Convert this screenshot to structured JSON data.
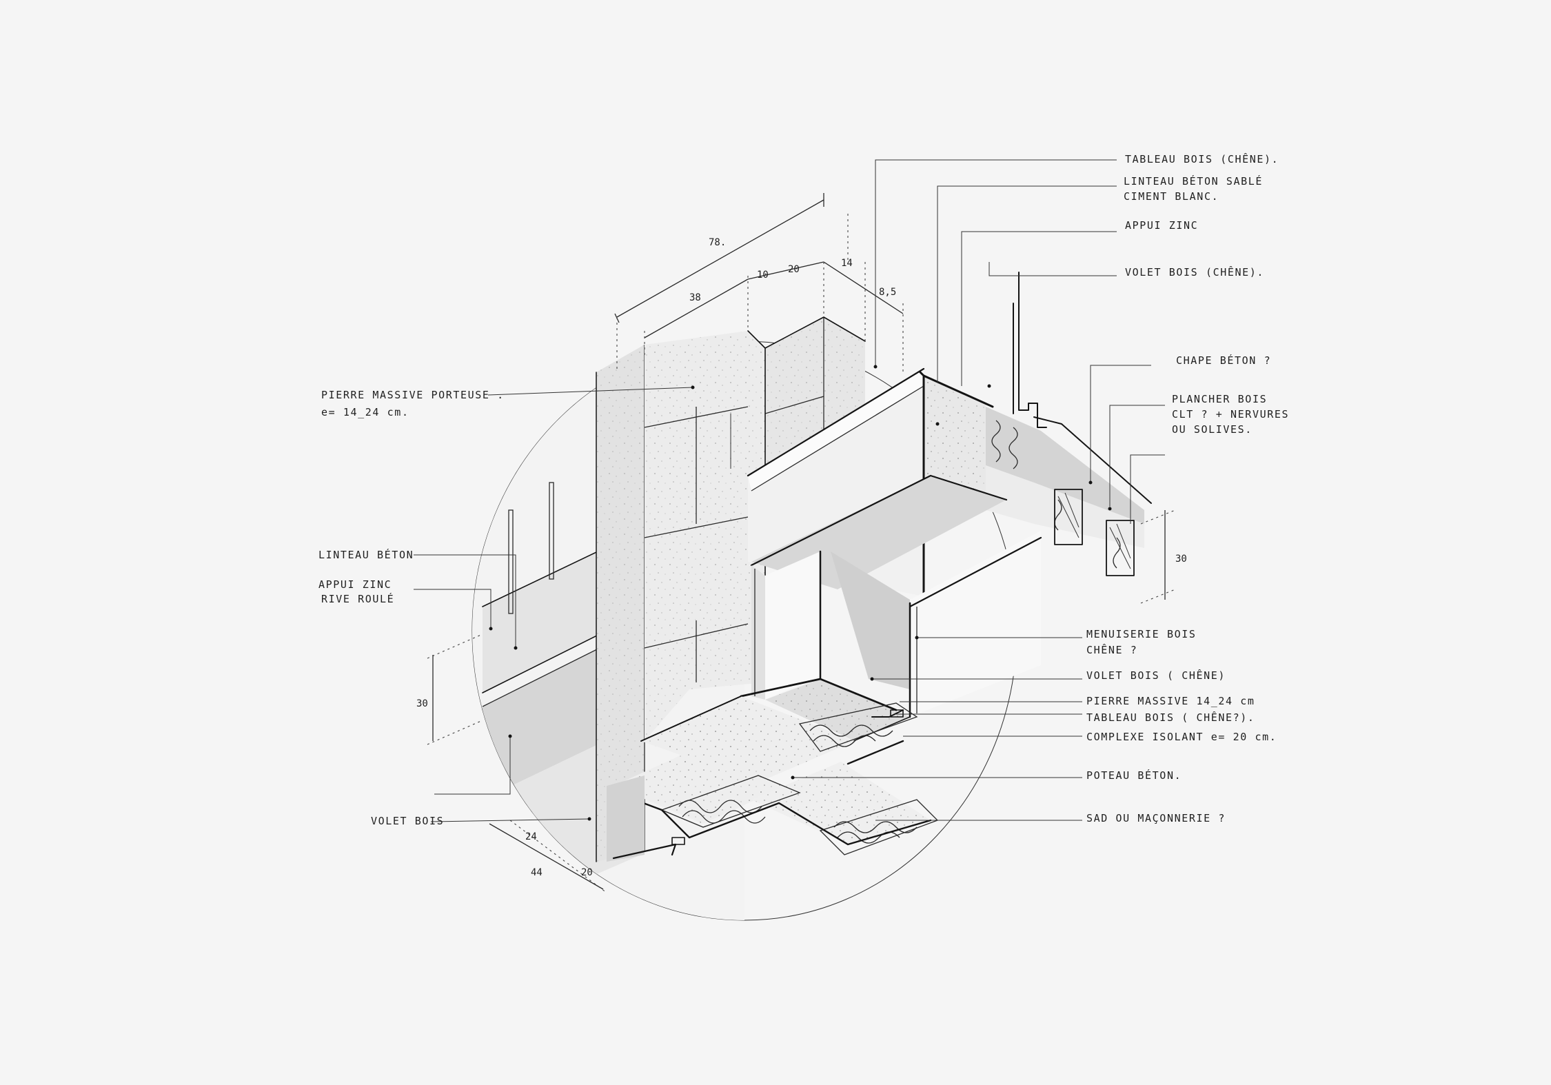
{
  "callouts_right": [
    {
      "id": "tableau-bois-top",
      "text": "TABLEAU BOIS (CHÊNE)."
    },
    {
      "id": "linteau-beton-sable-1",
      "text": "LINTEAU BÉTON SABLÉ"
    },
    {
      "id": "linteau-beton-sable-2",
      "text": "CIMENT BLANC."
    },
    {
      "id": "appui-zinc-top",
      "text": "APPUI ZINC"
    },
    {
      "id": "volet-bois-top",
      "text": "VOLET BOIS (CHÊNE)."
    },
    {
      "id": "chape-beton",
      "text": "CHAPE BÉTON ?"
    },
    {
      "id": "plancher-bois-1",
      "text": "PLANCHER BOIS"
    },
    {
      "id": "plancher-bois-2",
      "text": "CLT ? + NERVURES"
    },
    {
      "id": "plancher-bois-3",
      "text": "OU SOLIVES."
    },
    {
      "id": "menuiserie-bois-1",
      "text": "MENUISERIE BOIS"
    },
    {
      "id": "menuiserie-bois-2",
      "text": "CHÊNE ?"
    },
    {
      "id": "volet-bois-right",
      "text": "VOLET BOIS ( CHÊNE)"
    },
    {
      "id": "pierre-massive-right",
      "text": "PIERRE MASSIVE  14_24 cm"
    },
    {
      "id": "tableau-bois-right",
      "text": "TABLEAU BOIS ( CHÊNE?)."
    },
    {
      "id": "complexe-isolant",
      "text": "COMPLEXE ISOLANT  e= 20 cm."
    },
    {
      "id": "poteau-beton",
      "text": "POTEAU BÉTON."
    },
    {
      "id": "sad-maconnerie",
      "text": "SAD OU MAÇONNERIE ?"
    }
  ],
  "callouts_left": [
    {
      "id": "pierre-massive-porteuse-1",
      "text": "PIERRE MASSIVE  PORTEUSE ."
    },
    {
      "id": "pierre-massive-porteuse-2",
      "text": "e= 14_24 cm."
    },
    {
      "id": "linteau-beton-left",
      "text": "LINTEAU BÉTON"
    },
    {
      "id": "appui-zinc-left-1",
      "text": "APPUI ZINC"
    },
    {
      "id": "appui-zinc-left-2",
      "text": "RIVE ROULÉ"
    },
    {
      "id": "volet-bois-left",
      "text": "VOLET BOIS"
    }
  ],
  "dimensions": {
    "overall_top": "78.",
    "stone": "38",
    "gap": "10",
    "insulation": "20",
    "frame": "14",
    "small": "8,5",
    "right_height": "30",
    "left_height": "30",
    "bottom_24": "24",
    "bottom_44": "44",
    "bottom_20": "20"
  },
  "colors": {
    "background": "#f5f5f5",
    "ink": "#141414",
    "shade_light": "#e9e9e9",
    "shade_mid": "#dcdcdc",
    "shade_dark": "#cfcfcf",
    "white": "#fafafa"
  }
}
